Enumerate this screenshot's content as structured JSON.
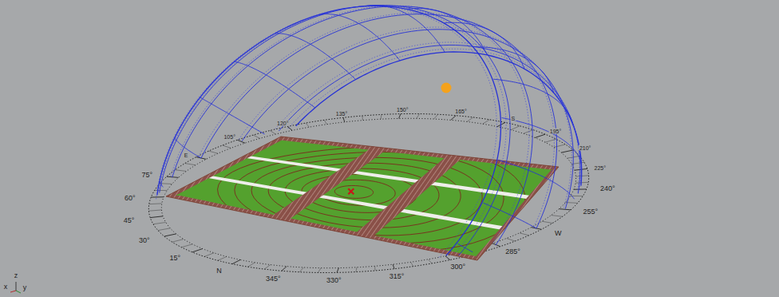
{
  "diagram": {
    "labels": [
      "z",
      "x",
      "y",
      "N",
      "15°",
      "30°",
      "45°",
      "60°",
      "75°",
      "E",
      "105°",
      "120°",
      "135°",
      "150°",
      "165°",
      "S",
      "195°",
      "210°",
      "225°",
      "240°",
      "255°",
      "W",
      "285°",
      "300°",
      "315°",
      "330°",
      "345°"
    ]
  }
}
